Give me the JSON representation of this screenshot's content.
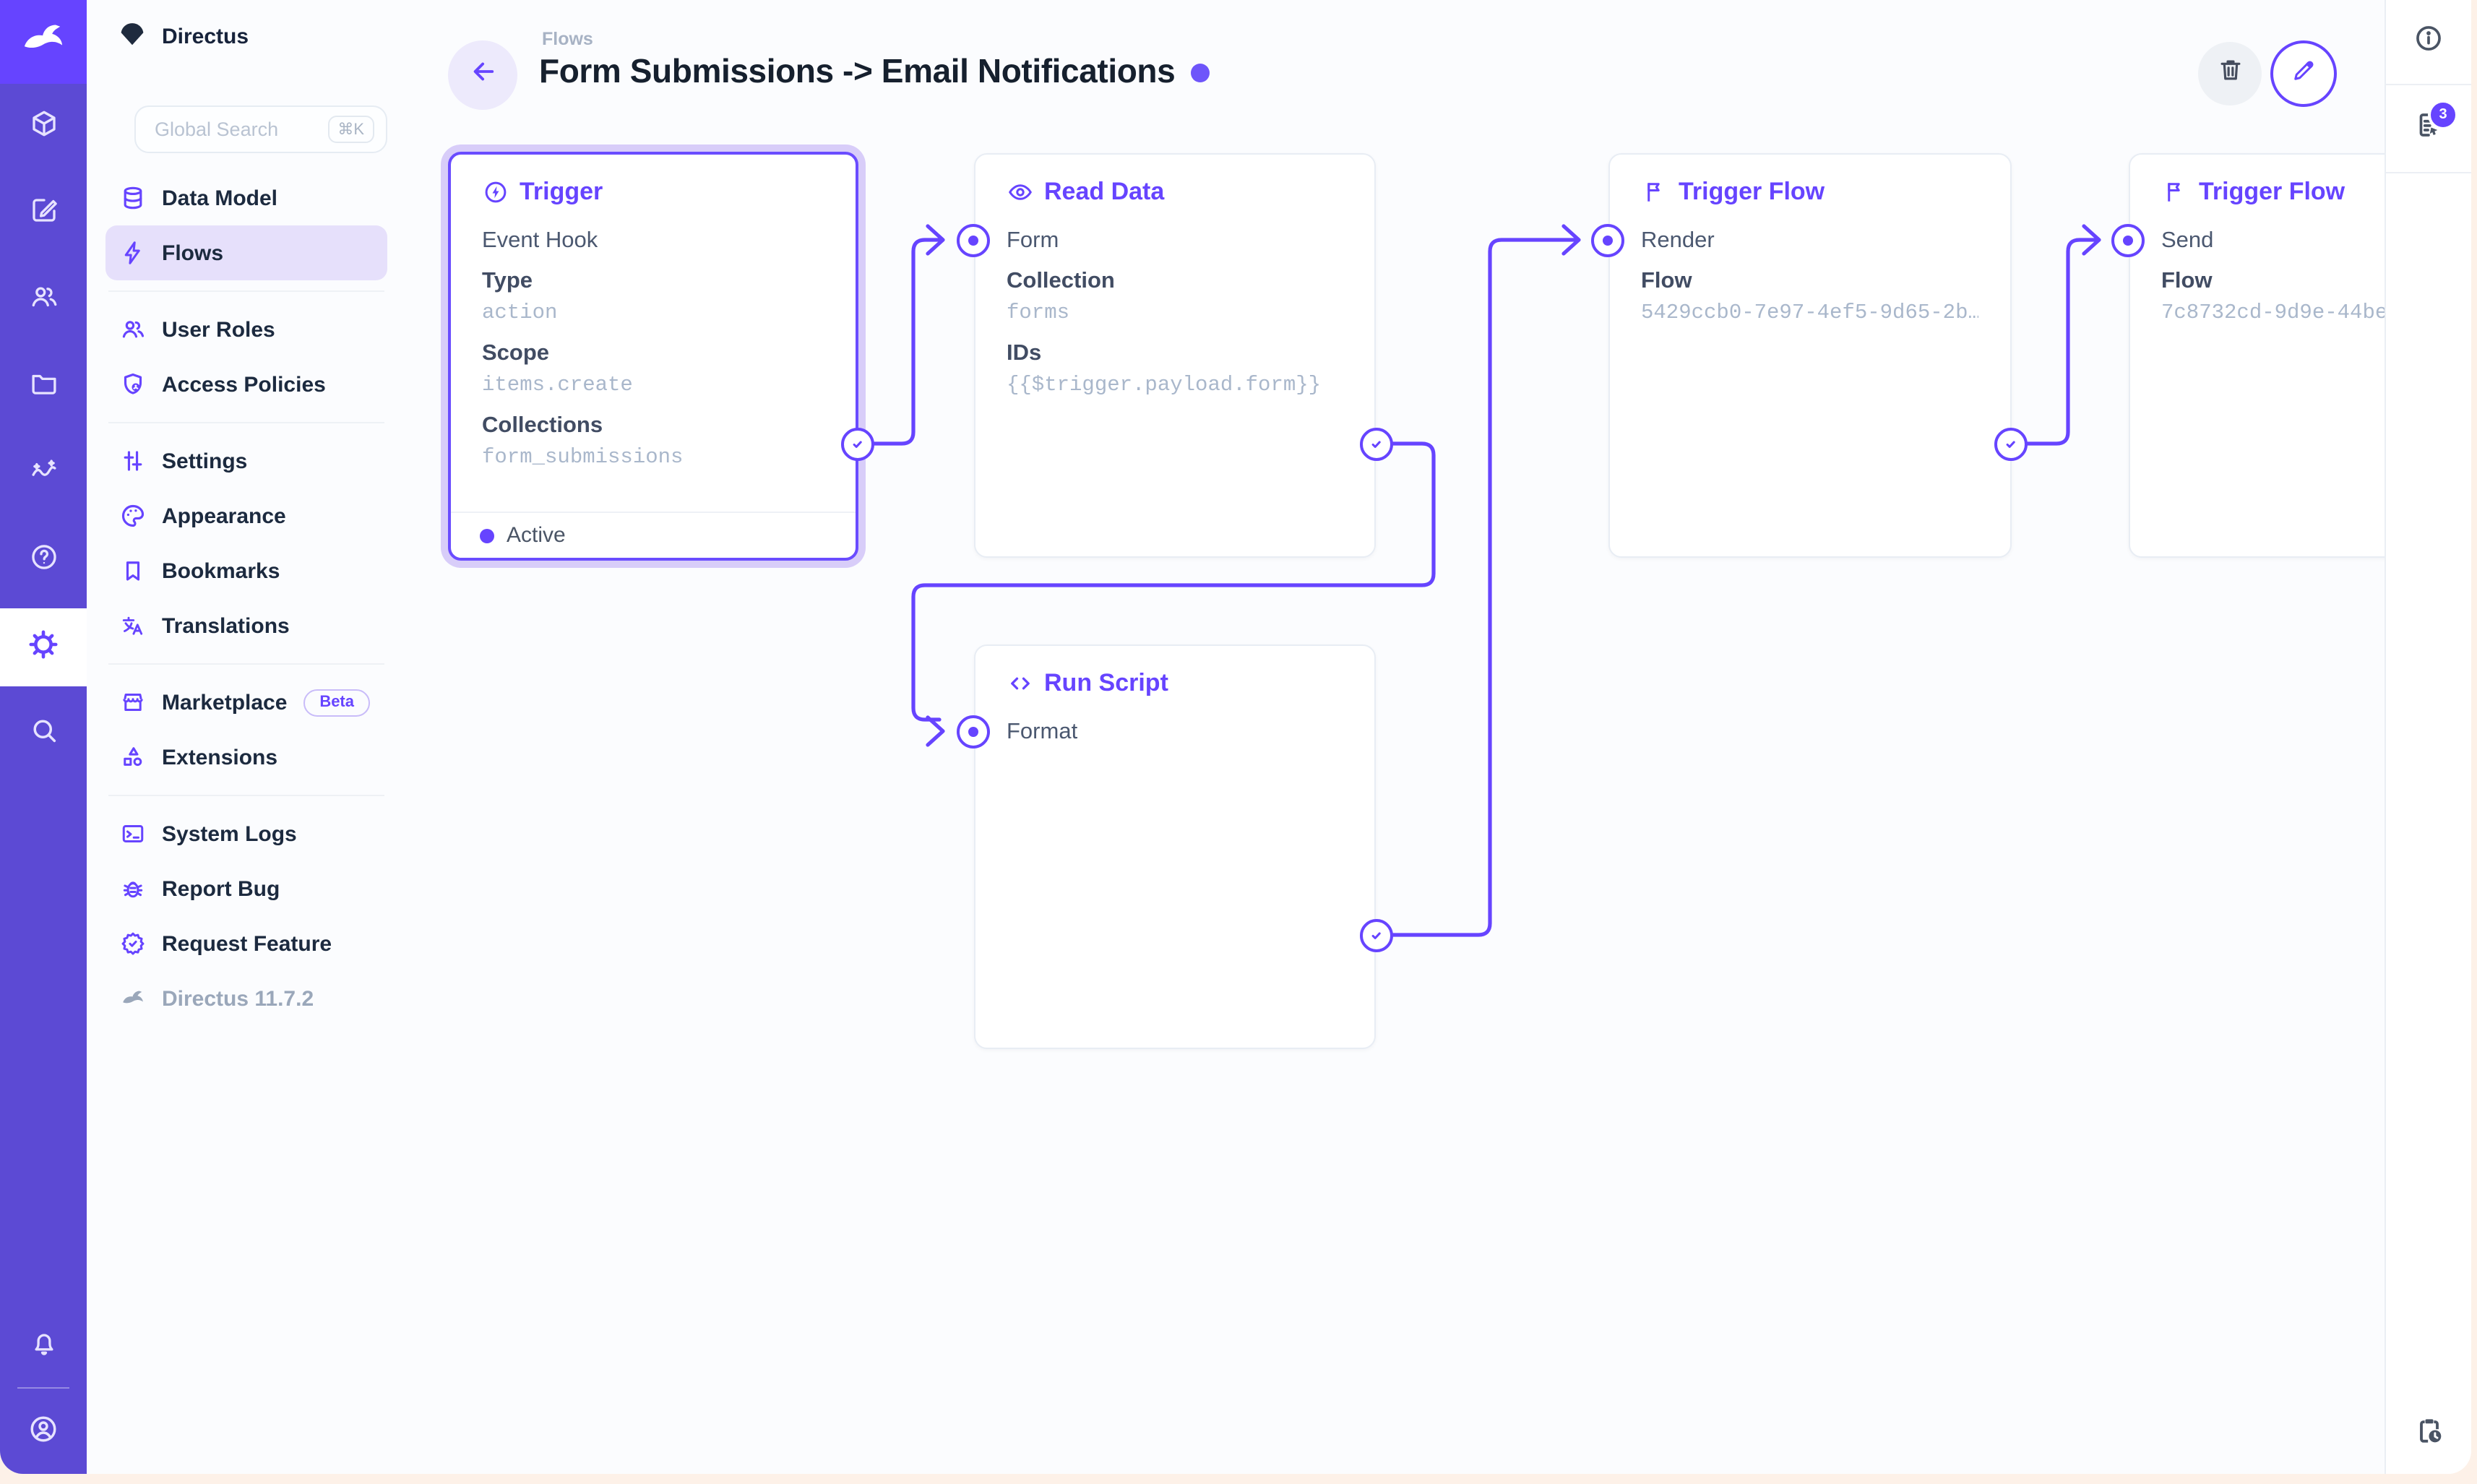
{
  "colors": {
    "accent": "#6644ff",
    "rail": "#5c4ad4",
    "logo_bg": "#6644ff",
    "selection_halo": "#d8cdf9",
    "backdrop": "#fdf1e8"
  },
  "project": {
    "name": "Directus"
  },
  "search": {
    "placeholder": "Global Search",
    "shortcut": "⌘K"
  },
  "module_rail": {
    "icons": [
      "rabbit-logo-icon",
      "box-icon",
      "edit-square-icon",
      "people-icon",
      "folder-icon",
      "insights-icon",
      "help-icon",
      "settings-gear-icon",
      "search-icon",
      "bell-icon",
      "account-circle-icon"
    ],
    "active_module": "settings"
  },
  "nav": {
    "groups": [
      {
        "items": [
          {
            "icon": "database-icon",
            "label": "Data Model"
          },
          {
            "icon": "bolt-icon",
            "label": "Flows",
            "active": true
          }
        ]
      },
      {
        "items": [
          {
            "icon": "user-roles-icon",
            "label": "User Roles"
          },
          {
            "icon": "access-policies-icon",
            "label": "Access Policies"
          }
        ]
      },
      {
        "items": [
          {
            "icon": "tune-icon",
            "label": "Settings"
          },
          {
            "icon": "palette-icon",
            "label": "Appearance"
          },
          {
            "icon": "bookmark-icon",
            "label": "Bookmarks"
          },
          {
            "icon": "translate-icon",
            "label": "Translations"
          }
        ]
      },
      {
        "items": [
          {
            "icon": "storefront-icon",
            "label": "Marketplace",
            "badge": "Beta"
          },
          {
            "icon": "extensions-icon",
            "label": "Extensions"
          }
        ]
      },
      {
        "items": [
          {
            "icon": "terminal-icon",
            "label": "System Logs"
          },
          {
            "icon": "bug-icon",
            "label": "Report Bug"
          },
          {
            "icon": "feature-icon",
            "label": "Request Feature"
          }
        ]
      }
    ],
    "version": "Directus 11.7.2"
  },
  "header": {
    "breadcrumb": "Flows",
    "title": "Form Submissions -> Email Notifications"
  },
  "drawer": {
    "notifications_count": "3"
  },
  "flow": {
    "trigger": {
      "title": "Trigger",
      "name": "Event Hook",
      "fields": [
        {
          "label": "Type",
          "value": "action"
        },
        {
          "label": "Scope",
          "value": "items.create"
        },
        {
          "label": "Collections",
          "value": "form_submissions"
        }
      ],
      "status": "Active"
    },
    "read_data": {
      "title": "Read Data",
      "name": "Form",
      "fields": [
        {
          "label": "Collection",
          "value": "forms"
        },
        {
          "label": "IDs",
          "value": "{{$trigger.payload.form}}"
        }
      ]
    },
    "run_script": {
      "title": "Run Script",
      "name": "Format"
    },
    "trigger_flow_render": {
      "title": "Trigger Flow",
      "name": "Render",
      "fields": [
        {
          "label": "Flow",
          "value": "5429ccb0-7e97-4ef5-9d65-2b…"
        }
      ]
    },
    "trigger_flow_send": {
      "title": "Trigger Flow",
      "name": "Send",
      "fields": [
        {
          "label": "Flow",
          "value": "7c8732cd-9d9e-44be"
        }
      ]
    }
  }
}
